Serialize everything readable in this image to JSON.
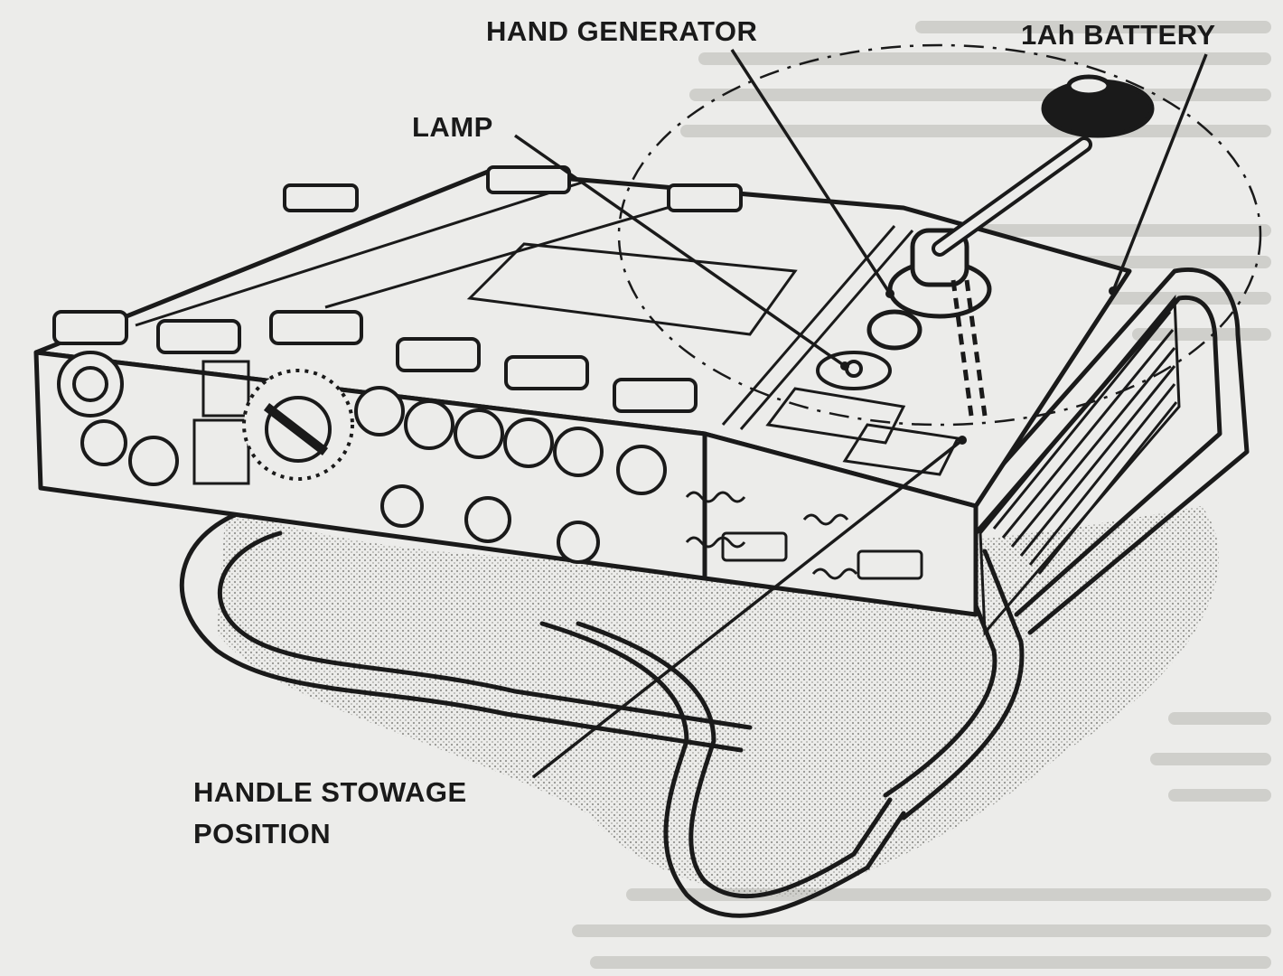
{
  "labels": {
    "hand_generator": "HAND GENERATOR",
    "battery": "1Ah BATTERY",
    "lamp": "LAMP",
    "handle_stowage_line1": "HANDLE STOWAGE",
    "handle_stowage_line2": "POSITION"
  },
  "colors": {
    "ink": "#1a1a1a",
    "paper": "#ececea",
    "shadow_stipple": "#8a8a86"
  }
}
